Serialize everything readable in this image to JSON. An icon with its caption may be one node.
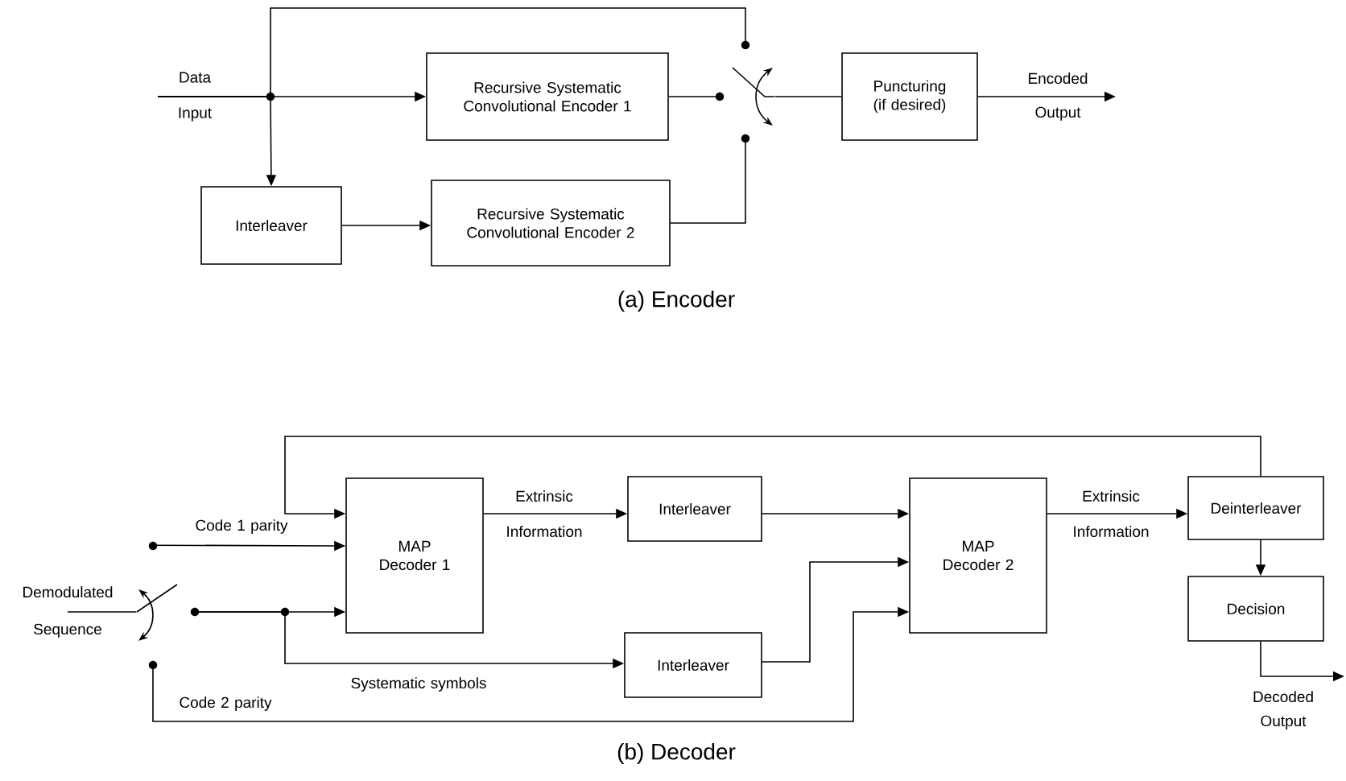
{
  "diagram": {
    "nodes": [
      {
        "text": [
          "Recursive Systematic Convolutional Encoder 1"
        ]
      },
      {
        "text": [
          "Interleaver"
        ]
      },
      {
        "text": [
          "Recursive Systematic Convolutional Encoder 2"
        ]
      },
      {
        "text": [],
        "shape": "switch"
      },
      {
        "text": [
          "Puncturing (if desired)"
        ]
      },
      {
        "text": [
          "MAP Decoder 1"
        ]
      },
      {
        "text": [
          "Interleaver"
        ]
      },
      {
        "text": [
          "Interleaver"
        ]
      },
      {
        "text": [
          "MAP Decoder 2"
        ]
      },
      {
        "text": [
          "Deinterleaver"
        ]
      },
      {
        "text": [
          "Decision"
        ]
      },
      {
        "text": [],
        "shape": "switch"
      }
    ],
    "edges": [
      {
        "from": null,
        "to": 0,
        "arrow": "to",
        "label": "Data Input"
      },
      {
        "from": null,
        "to": 1,
        "arrow": "to"
      },
      {
        "from": null,
        "to": 3,
        "arrow": "none"
      },
      {
        "from": 0,
        "to": 3,
        "arrow": "none"
      },
      {
        "from": 1,
        "to": 2,
        "arrow": "to"
      },
      {
        "from": 2,
        "to": 3,
        "arrow": "none"
      },
      {
        "from": 3,
        "to": 4,
        "arrow": "none"
      },
      {
        "from": 4,
        "to": null,
        "arrow": "to",
        "label": "Encoded Output"
      },
      {
        "from": null,
        "to": 11,
        "arrow": "none",
        "label": "Demodulated Sequence"
      },
      {
        "from": 11,
        "to": 5,
        "arrow": "to",
        "label": "Code 1 parity"
      },
      {
        "from": 11,
        "to": 5,
        "arrow": "to"
      },
      {
        "from": 11,
        "to": 7,
        "arrow": "to",
        "label": "Systematic symbols"
      },
      {
        "from": 11,
        "to": 8,
        "arrow": "to",
        "label": "Code 2 parity"
      },
      {
        "from": 5,
        "to": 6,
        "arrow": "to",
        "label": "Extrinsic Information"
      },
      {
        "from": 6,
        "to": 8,
        "arrow": "to"
      },
      {
        "from": 7,
        "to": 8,
        "arrow": "to"
      },
      {
        "from": 8,
        "to": 9,
        "arrow": "to",
        "label": "Extrinsic Information"
      },
      {
        "from": 9,
        "to": 5,
        "arrow": "to"
      },
      {
        "from": 9,
        "to": 10,
        "arrow": "to"
      },
      {
        "from": 10,
        "to": null,
        "arrow": "to",
        "label": "Decoded Output"
      }
    ],
    "labels": [
      "(a) Encoder",
      "(b) Decoder"
    ]
  }
}
